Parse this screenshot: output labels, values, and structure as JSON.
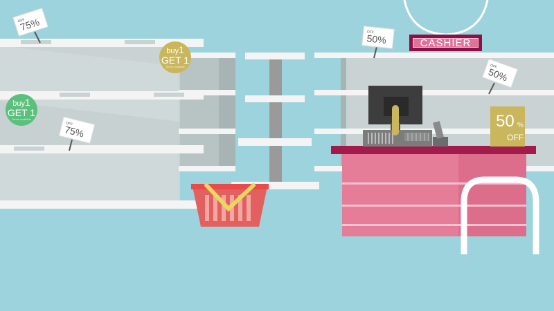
{
  "scene": {
    "colors": {
      "background": "#9dd3dc",
      "shelf": "#f4f4f4",
      "shelf_back": "#c9d3d3",
      "counter": "#e57c98",
      "counter_top": "#a21b4a",
      "basket": "#e2605f",
      "gold": "#c9b65d",
      "green": "#5ac07c"
    }
  },
  "price_tags": [
    {
      "small": "OFF",
      "value": "75%"
    },
    {
      "small": "OFF",
      "value": "75%"
    },
    {
      "small": "OFF",
      "value": "50%"
    },
    {
      "small": "OFF",
      "value": "50%"
    }
  ],
  "promo_badges": [
    {
      "buy": "buy",
      "num": "1",
      "get": "GET 1",
      "fine": "Terms available"
    },
    {
      "buy": "buy",
      "num": "1",
      "get": "GET 1",
      "fine": "Terms available"
    }
  ],
  "cashier_sign": {
    "label": "CASHIER"
  },
  "offer_card": {
    "value": "50",
    "percent": "%",
    "off": "OFF"
  }
}
